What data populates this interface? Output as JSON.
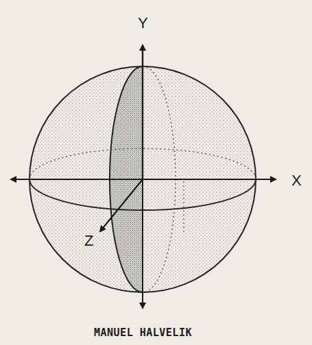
{
  "diagram": {
    "caption": "MANUEL HALVELIK",
    "labels": [
      "Y",
      "X",
      "Z"
    ]
  }
}
